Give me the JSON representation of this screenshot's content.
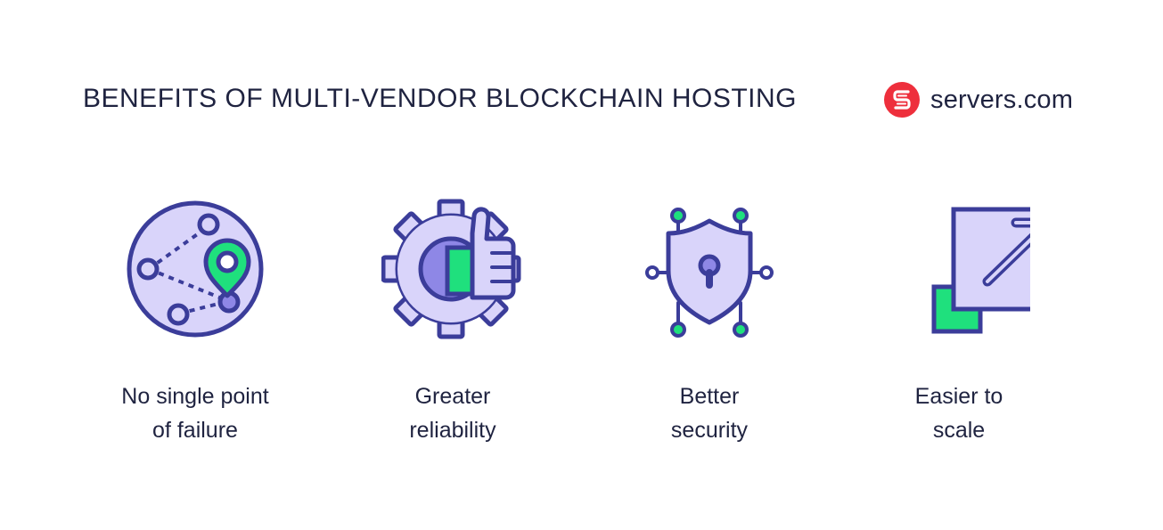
{
  "header": {
    "title": "BENEFITS OF MULTI-VENDOR BLOCKCHAIN HOSTING",
    "brand_name": "servers.com",
    "brand_logo_text": "S"
  },
  "colors": {
    "outline": "#3b3d9a",
    "fill_light": "#d9d4fa",
    "fill_mid": "#8e87e6",
    "accent_green": "#1fe07d",
    "brand_red": "#ee2f3c",
    "text": "#1f2340"
  },
  "benefits": [
    {
      "icon": "network-pin-icon",
      "line1": "No single point",
      "line2": "of failure"
    },
    {
      "icon": "gear-thumbs-up-icon",
      "line1": "Greater",
      "line2": "reliability"
    },
    {
      "icon": "shield-lock-circuit-icon",
      "line1": "Better",
      "line2": "security"
    },
    {
      "icon": "scale-arrow-icon",
      "line1": "Easier to",
      "line2": "scale"
    }
  ]
}
